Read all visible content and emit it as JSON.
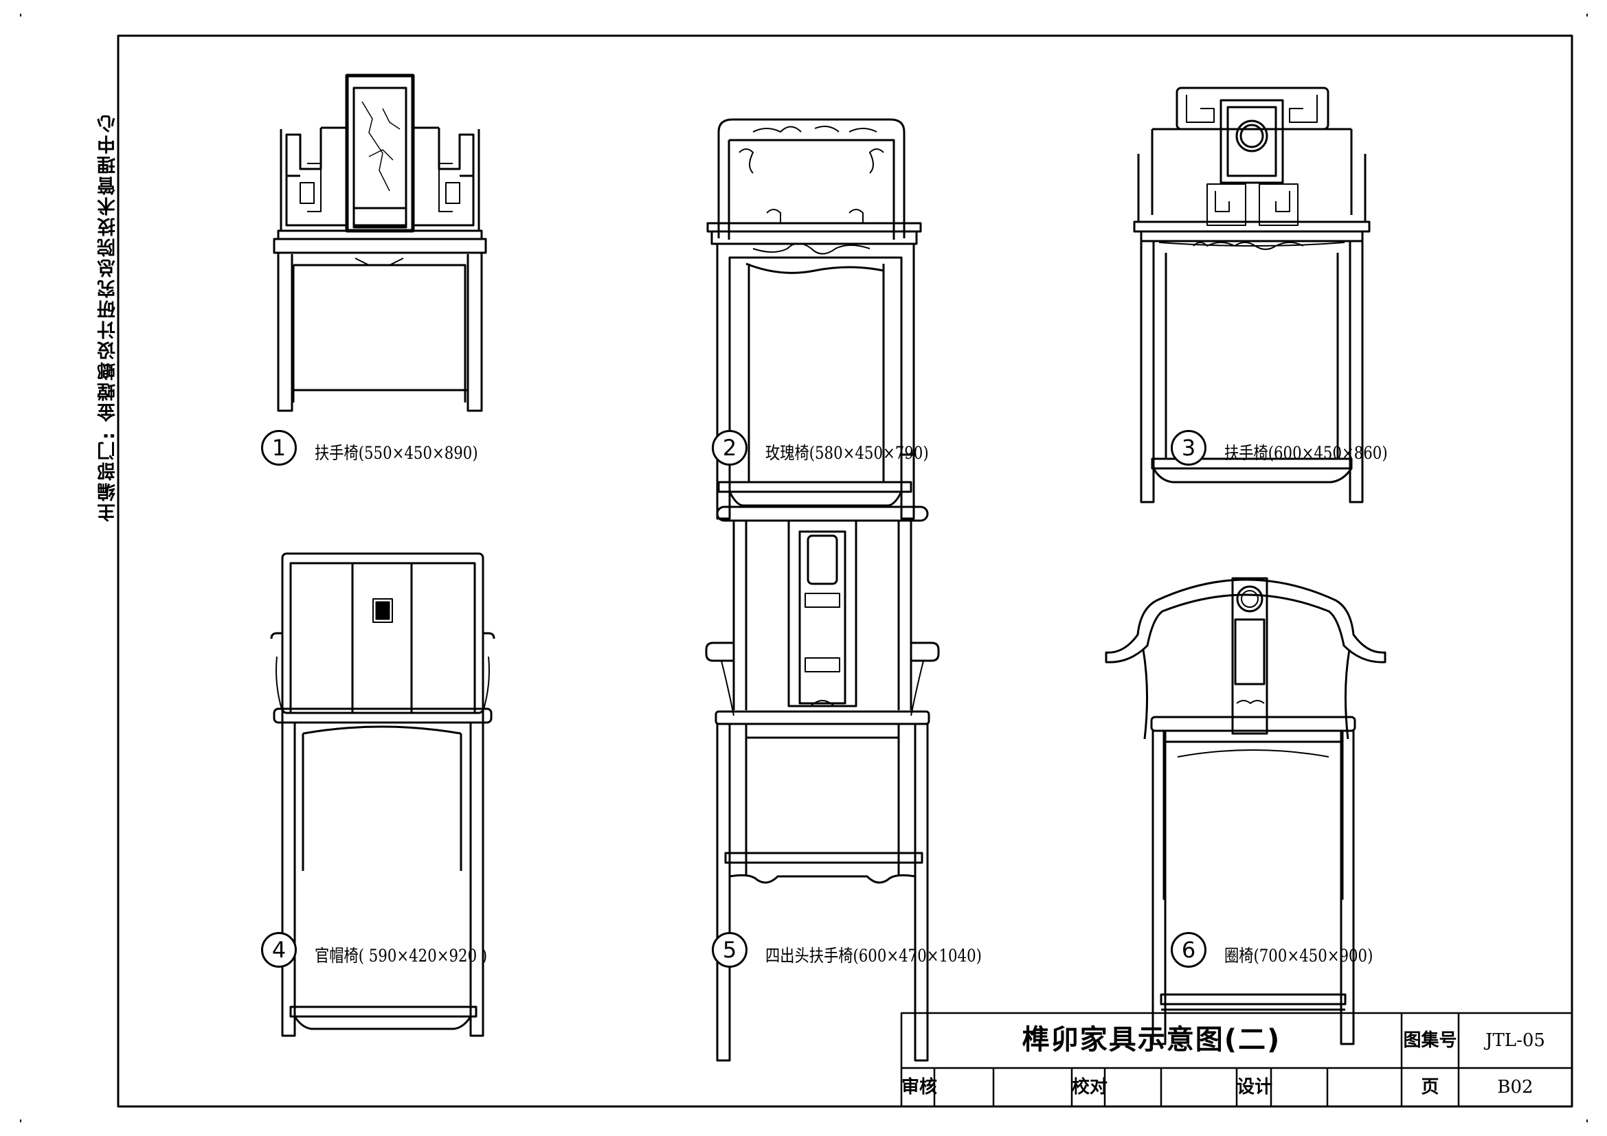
{
  "side_text": "主编部门:  金螳螂设计研究总院技术管理中心",
  "chairs": [
    {
      "number": "1",
      "caption": "扶手椅(550×450×890)",
      "icon": "armchair-screen-back-icon"
    },
    {
      "number": "2",
      "caption": "玫瑰椅(580×450×790)",
      "icon": "rose-chair-icon"
    },
    {
      "number": "3",
      "caption": "扶手椅(600×450×860)",
      "icon": "armchair-fret-back-icon"
    },
    {
      "number": "4",
      "caption": "官帽椅( 590×420×920 )",
      "icon": "official-hat-chair-icon"
    },
    {
      "number": "5",
      "caption": "四出头扶手椅(600×470×1040)",
      "icon": "four-protruding-armchair-icon"
    },
    {
      "number": "6",
      "caption": "圈椅(700×450×900)",
      "icon": "horseshoe-chair-icon"
    }
  ],
  "title_block": {
    "title": "榫卯家具示意图(二)",
    "atlas_label": "图集号",
    "atlas_value": "JTL-05",
    "review_label": "审核",
    "check_label": "校对",
    "design_label": "设计",
    "page_label": "页",
    "page_value": "B02"
  }
}
